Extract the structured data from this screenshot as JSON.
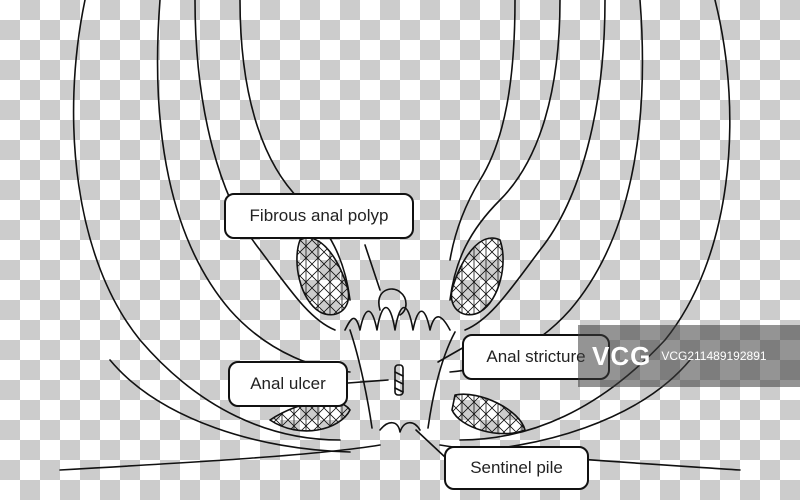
{
  "labels": {
    "polyp": "Fibrous anal polyp",
    "ulcer": "Anal ulcer",
    "stricture": "Anal stricture",
    "pile": "Sentinel pile"
  },
  "watermark": {
    "logo": "VCG",
    "id": "VCG211489192891"
  },
  "colors": {
    "stroke": "#111111",
    "label_bg": "#ffffff",
    "checker": "#cccccc"
  }
}
